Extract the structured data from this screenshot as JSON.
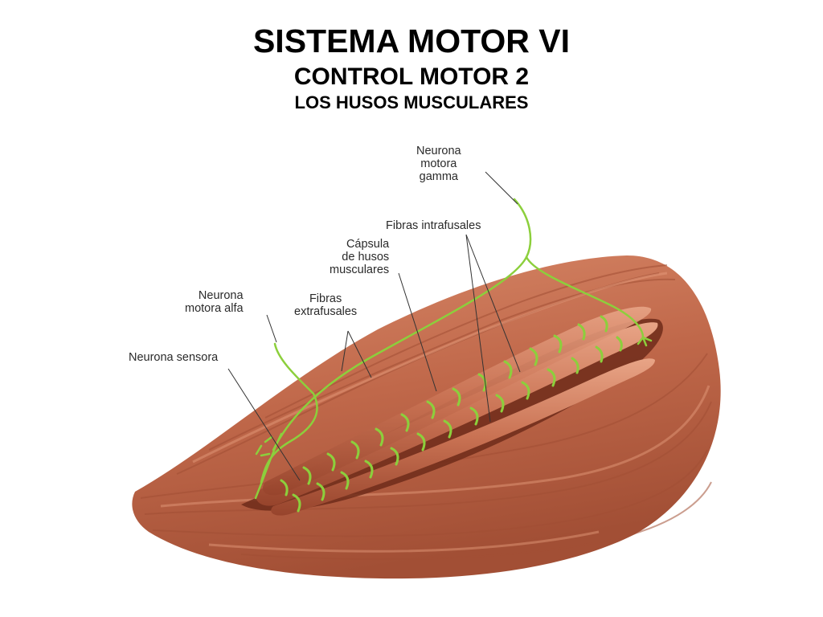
{
  "title": "SISTEMA MOTOR VI",
  "subtitle": "CONTROL MOTOR 2",
  "subsubtitle": "LOS HUSOS MUSCULARES",
  "labels": {
    "gamma": [
      "Neurona",
      "motora",
      "gamma"
    ],
    "intrafusales": "Fibras intrafusales",
    "capsula": [
      "Cápsula",
      "de husos",
      "musculares"
    ],
    "fibras_extra": [
      "Fibras",
      "extrafusales"
    ],
    "alfa": [
      "Neurona",
      "motora alfa"
    ],
    "sensora": "Neurona sensora"
  },
  "colors": {
    "muscle": "#c0684a",
    "muscle_dark": "#8a3d28",
    "muscle_light": "#e0987a",
    "nerve": "#8ccf3c",
    "leader": "#333333"
  }
}
